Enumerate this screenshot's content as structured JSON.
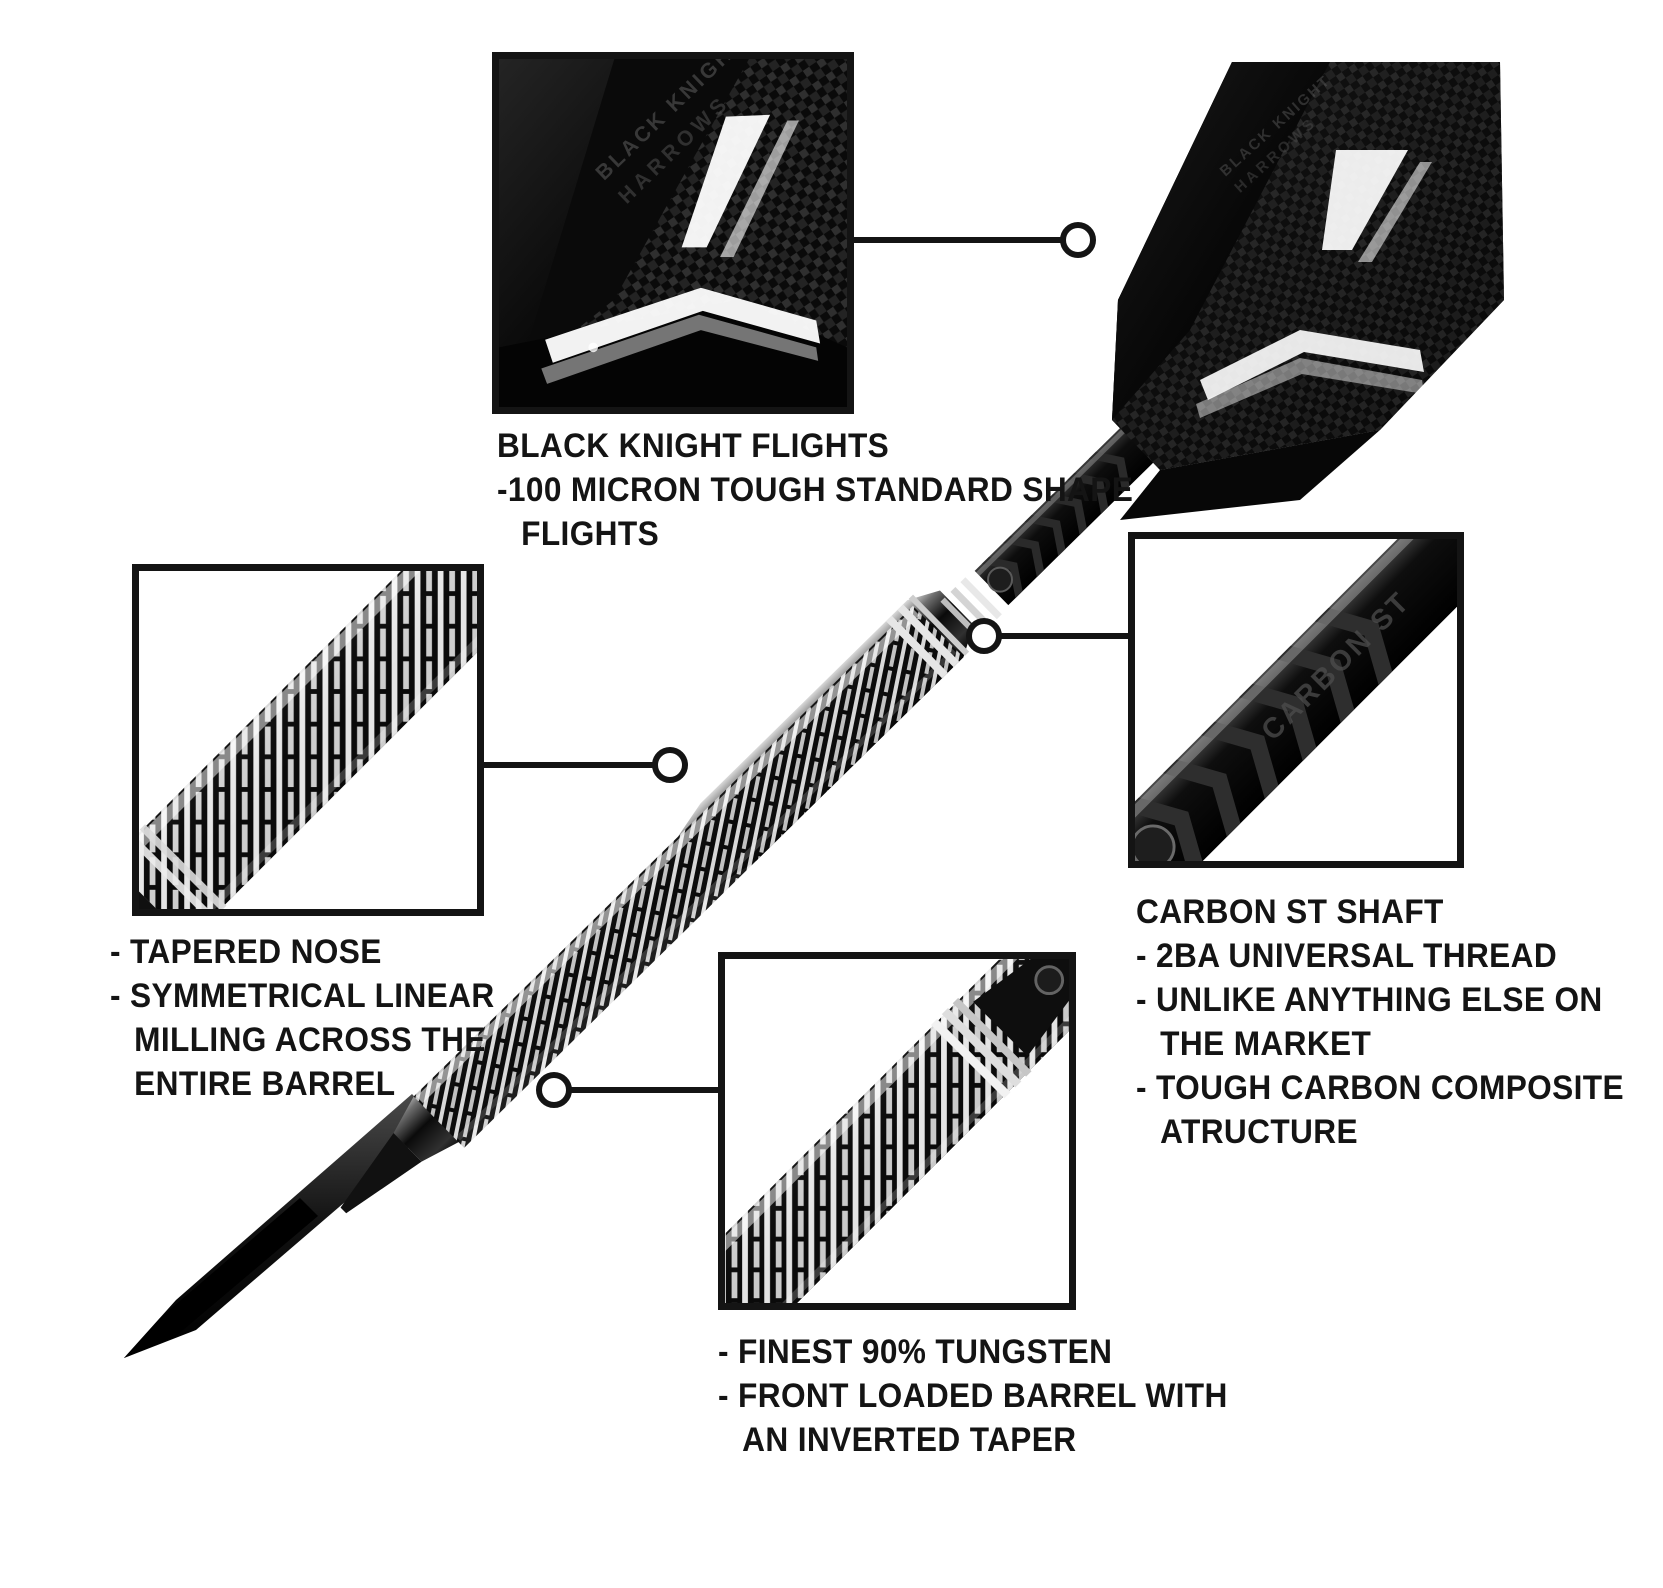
{
  "product": {
    "brand_mark": "BLACK KNIGHT HARROWS",
    "shaft_mark": "CARBON ST"
  },
  "callouts": [
    {
      "id": "flights",
      "heading": "BLACK KNIGHT FLIGHTS",
      "lines": [
        "-100 MICRON TOUGH STANDARD SHAPE",
        "FLIGHTS"
      ]
    },
    {
      "id": "barrel-nose",
      "heading": "",
      "lines": [
        "- TAPERED NOSE",
        "- SYMMETRICAL LINEAR",
        "MILLING ACROSS THE",
        "ENTIRE BARREL"
      ]
    },
    {
      "id": "shaft",
      "heading": "CARBON ST SHAFT",
      "lines": [
        "- 2BA UNIVERSAL THREAD",
        "- UNLIKE ANYTHING ELSE ON",
        "THE MARKET",
        "- TOUGH CARBON COMPOSITE",
        "ATRUCTURE"
      ]
    },
    {
      "id": "tungsten",
      "heading": "",
      "lines": [
        "- FINEST 90% TUNGSTEN",
        "- FRONT LOADED BARREL WITH",
        "AN INVERTED TAPER"
      ]
    }
  ],
  "colors": {
    "ink": "#141414",
    "background": "#ffffff",
    "dart_black": "#0b0b0b",
    "dart_highlight": "#f2f2f2"
  }
}
